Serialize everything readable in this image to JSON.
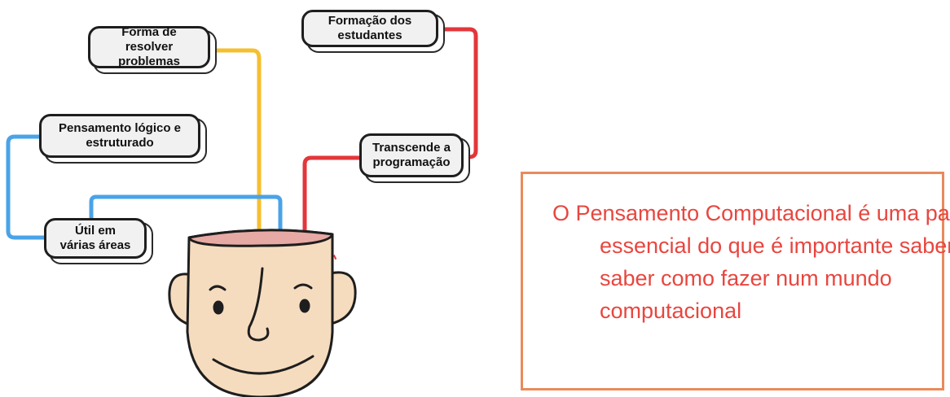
{
  "nodes": {
    "forma": "Forma de resolver\nproblemas",
    "formacao": "Formação dos\nestudantes",
    "pensamento": "Pensamento lógico e\nestruturado",
    "transcende": "Transcende a\nprogramação",
    "util": "Útil em\nvárias áreas"
  },
  "statement": "O Pensamento Computacional é uma parte essencial do que é importante saber e saber como fazer num mundo computacional",
  "colors": {
    "line_yellow": "#f5bf2e",
    "line_red": "#e2373b",
    "line_blue": "#4aa3e8",
    "head_skin": "#f6dcbf",
    "head_top": "#e7a9a4",
    "statement_text": "#e8463f",
    "statement_border": "#e98a5b"
  },
  "icons": [
    "head-illustration"
  ]
}
